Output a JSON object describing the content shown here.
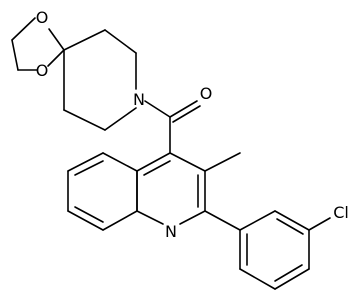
{
  "structure": {
    "atoms": {
      "o_ring_top": "O",
      "o_ring_bottom": "O",
      "n_piperidine": "N",
      "o_carbonyl": "O",
      "n_quinoline": "N",
      "cl": "Cl"
    },
    "bond_color": "#000000",
    "background": "#ffffff"
  }
}
